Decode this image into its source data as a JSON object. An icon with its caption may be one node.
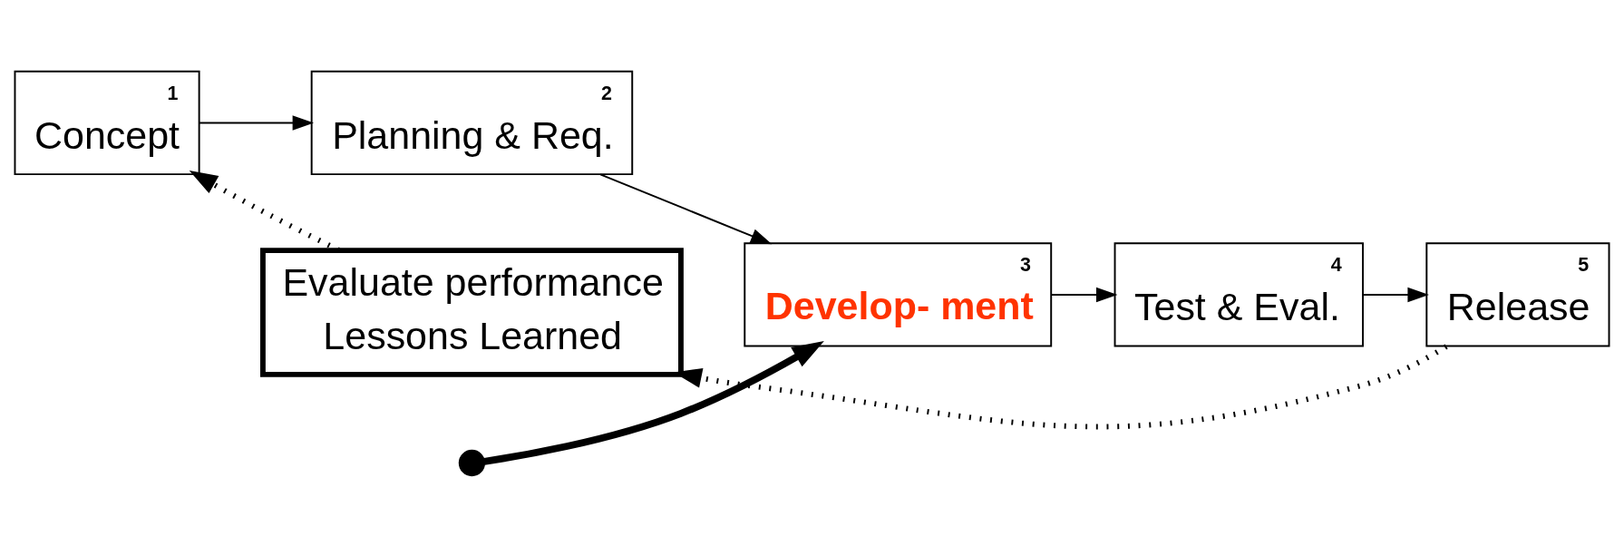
{
  "diagram": {
    "nodes": [
      {
        "text": [
          "1",
          "Concept"
        ]
      },
      {
        "text": [
          "2",
          "Planning & Req."
        ]
      },
      {
        "text": [
          "3",
          "Develop- ment"
        ]
      },
      {
        "text": [
          "4",
          "Test & Eval."
        ]
      },
      {
        "text": [
          "5",
          "Release"
        ]
      },
      {
        "text": [
          "Evaluate performance",
          "Lessons Learned"
        ]
      },
      {
        "text": [],
        "shape": "circle"
      }
    ],
    "edges": [
      {
        "from": 0,
        "to": 1,
        "arrow": "to"
      },
      {
        "from": 1,
        "to": 2,
        "arrow": "to"
      },
      {
        "from": 2,
        "to": 3,
        "arrow": "to"
      },
      {
        "from": 3,
        "to": 4,
        "arrow": "to"
      },
      {
        "from": 4,
        "to": 5,
        "arrow": "to",
        "style": "dashed"
      },
      {
        "from": 5,
        "to": 0,
        "arrow": "to",
        "style": "dashed"
      },
      {
        "from": 6,
        "to": 2,
        "arrow": "to",
        "style": "thick"
      }
    ]
  }
}
